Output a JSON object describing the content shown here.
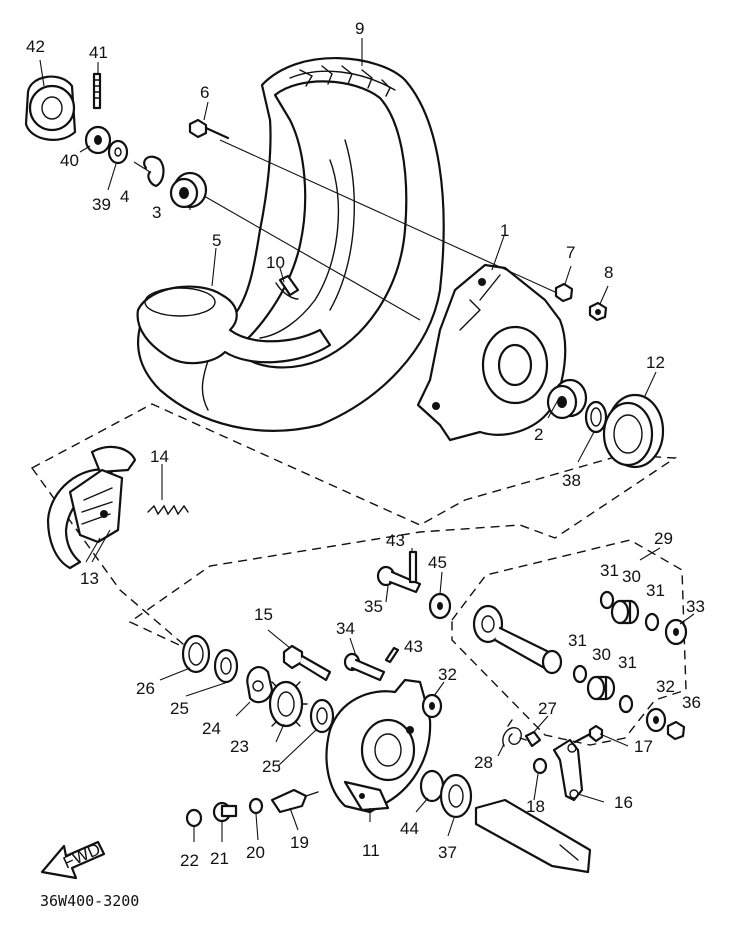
{
  "diagram_code": "36W400-3200",
  "direction_arrow": "FWD",
  "part_numbers": {
    "p1": "1",
    "p2": "2",
    "p3": "3",
    "p4": "4",
    "p5": "5",
    "p6": "6",
    "p7": "7",
    "p8": "8",
    "p9": "9",
    "p10": "10",
    "p11": "11",
    "p12": "12",
    "p13": "13",
    "p14": "14",
    "p15": "15",
    "p16": "16",
    "p17": "17",
    "p18": "18",
    "p19": "19",
    "p20": "20",
    "p21": "21",
    "p22": "22",
    "p23": "23",
    "p24": "24",
    "p25a": "25",
    "p25b": "25",
    "p26": "26",
    "p27": "27",
    "p28": "28",
    "p29": "29",
    "p30a": "30",
    "p30b": "30",
    "p31a": "31",
    "p31b": "31",
    "p31c": "31",
    "p31d": "31",
    "p32a": "32",
    "p32b": "32",
    "p33": "33",
    "p34": "34",
    "p35": "35",
    "p36": "36",
    "p37": "37",
    "p38": "38",
    "p39": "39",
    "p40": "40",
    "p41": "41",
    "p42": "42",
    "p43a": "43",
    "p43b": "43",
    "p44": "44",
    "p45": "45"
  }
}
